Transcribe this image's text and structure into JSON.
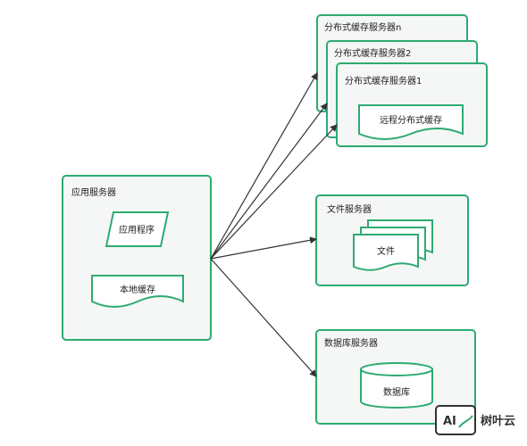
{
  "app_server": {
    "title": "应用服务器",
    "program": "应用程序",
    "local_cache": "本地缓存"
  },
  "cache_cluster": {
    "servers": [
      "分布式缓存服务器n",
      "分布式缓存服务器2",
      "分布式缓存服务器1"
    ],
    "remote_cache": "远程分布式缓存"
  },
  "file_server": {
    "title": "文件服务器",
    "file": "文件"
  },
  "db_server": {
    "title": "数据库服务器",
    "db": "数据库"
  },
  "watermark": {
    "logo_text": "AI",
    "name": "树叶云"
  },
  "colors": {
    "accent": "#2eaa72",
    "box_fill": "#f4f7f5",
    "arrow": "#333333"
  }
}
